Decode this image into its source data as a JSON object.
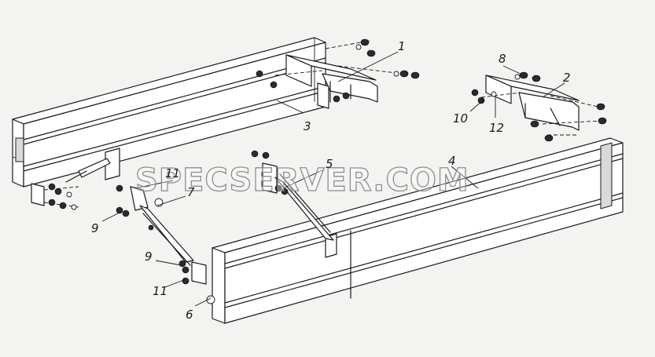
{
  "watermark": "SPECSERVER.COM",
  "callouts": [
    {
      "id": "c1",
      "text": "1"
    },
    {
      "id": "c2",
      "text": "2"
    },
    {
      "id": "c3",
      "text": "3"
    },
    {
      "id": "c4",
      "text": "4"
    },
    {
      "id": "c5",
      "text": "5"
    },
    {
      "id": "c6",
      "text": "6"
    },
    {
      "id": "c7",
      "text": "7"
    },
    {
      "id": "c8",
      "text": "8"
    },
    {
      "id": "c9a",
      "text": "9"
    },
    {
      "id": "c9b",
      "text": "9"
    },
    {
      "id": "c10",
      "text": "10"
    },
    {
      "id": "c11a",
      "text": "11"
    },
    {
      "id": "c11b",
      "text": "11"
    },
    {
      "id": "c12",
      "text": "12"
    }
  ]
}
